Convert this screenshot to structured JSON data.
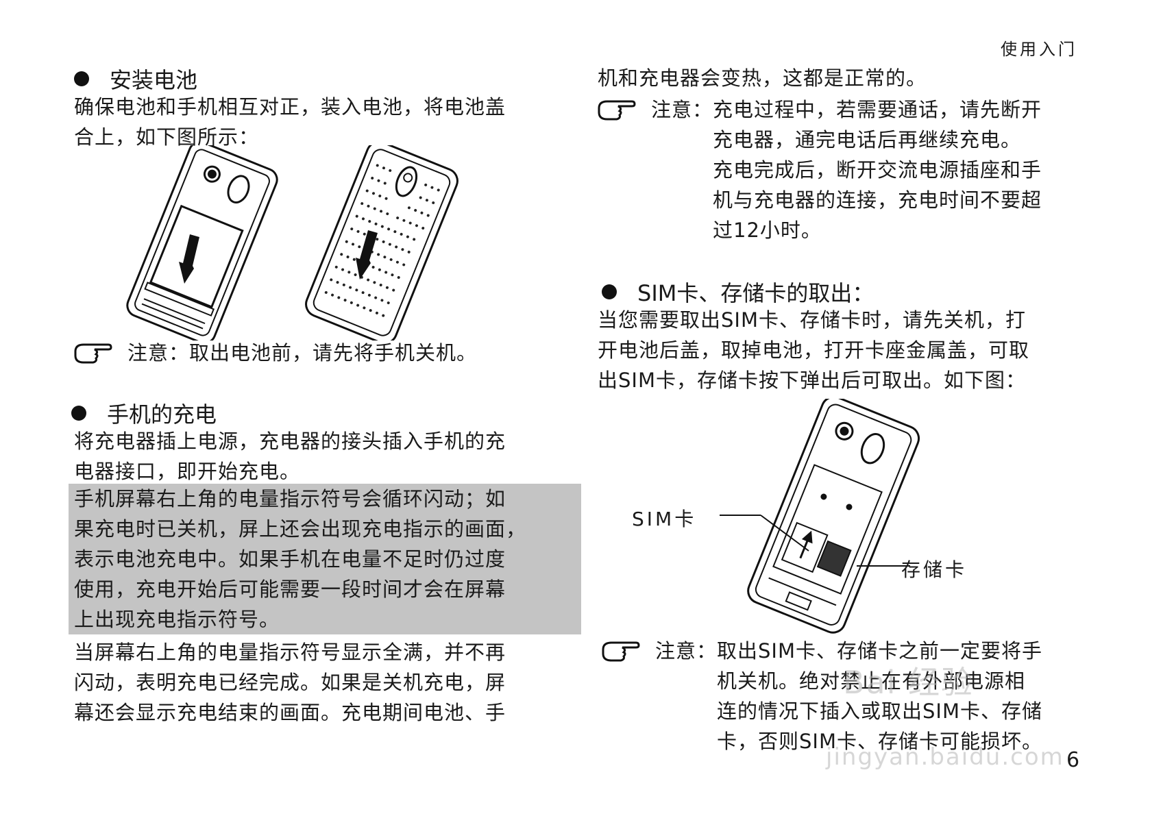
{
  "header": {
    "section": "使用入门"
  },
  "left": {
    "install": {
      "heading": "安装电池",
      "lines": [
        "确保电池和手机相互对正，装入电池，将电池盖",
        "合上，如下图所示："
      ],
      "note_label": "注意：",
      "note_text": "取出电池前，请先将手机关机。"
    },
    "charge": {
      "heading": "手机的充电",
      "lines": [
        "将充电器插上电源，充电器的接头插入手机的充",
        "电器接口，即开始充电。"
      ],
      "shaded_lines": [
        "手机屏幕右上角的电量指示符号会循环闪动；如",
        "果充电时已关机，屏上还会出现充电指示的画面，",
        "表示电池充电中。如果手机在电量不足时仍过度",
        "使用，充电开始后可能需要一段时间才会在屏幕",
        "上出现充电指示符号。"
      ],
      "after_lines": [
        "当屏幕右上角的电量指示符号显示全满，并不再",
        "闪动，表明充电已经完成。如果是关机充电，屏",
        "幕还会显示充电结束的画面。充电期间电池、手"
      ]
    }
  },
  "right": {
    "continued": "机和充电器会变热，这都是正常的。",
    "charge_note": {
      "label": "注意：",
      "lines": [
        "充电过程中，若需要通话，请先断开",
        "充电器，通完电话后再继续充电。",
        "充电完成后，断开交流电源插座和手",
        "机与充电器的连接，充电时间不要超",
        "过12小时。"
      ]
    },
    "sim": {
      "heading": "SIM卡、存储卡的取出：",
      "lines": [
        "当您需要取出SIM卡、存储卡时，请先关机，打",
        "开电池后盖，取掉电池，打开卡座金属盖，可取",
        "出SIM卡，存储卡按下弹出后可取出。如下图："
      ],
      "label_sim": "SIM卡",
      "label_storage": "存储卡",
      "note_label": "注意：",
      "note_lines": [
        "取出SIM卡、存储卡之前一定要将手",
        "机关机。绝对禁止在有外部电源相",
        "连的情况下插入或取出SIM卡、存储",
        "卡，否则SIM卡、存储卡可能损坏。"
      ]
    }
  },
  "footer": {
    "page_number": "6",
    "watermark": "Bai 经验",
    "watermark_url": "jingyan.baidu.com"
  }
}
